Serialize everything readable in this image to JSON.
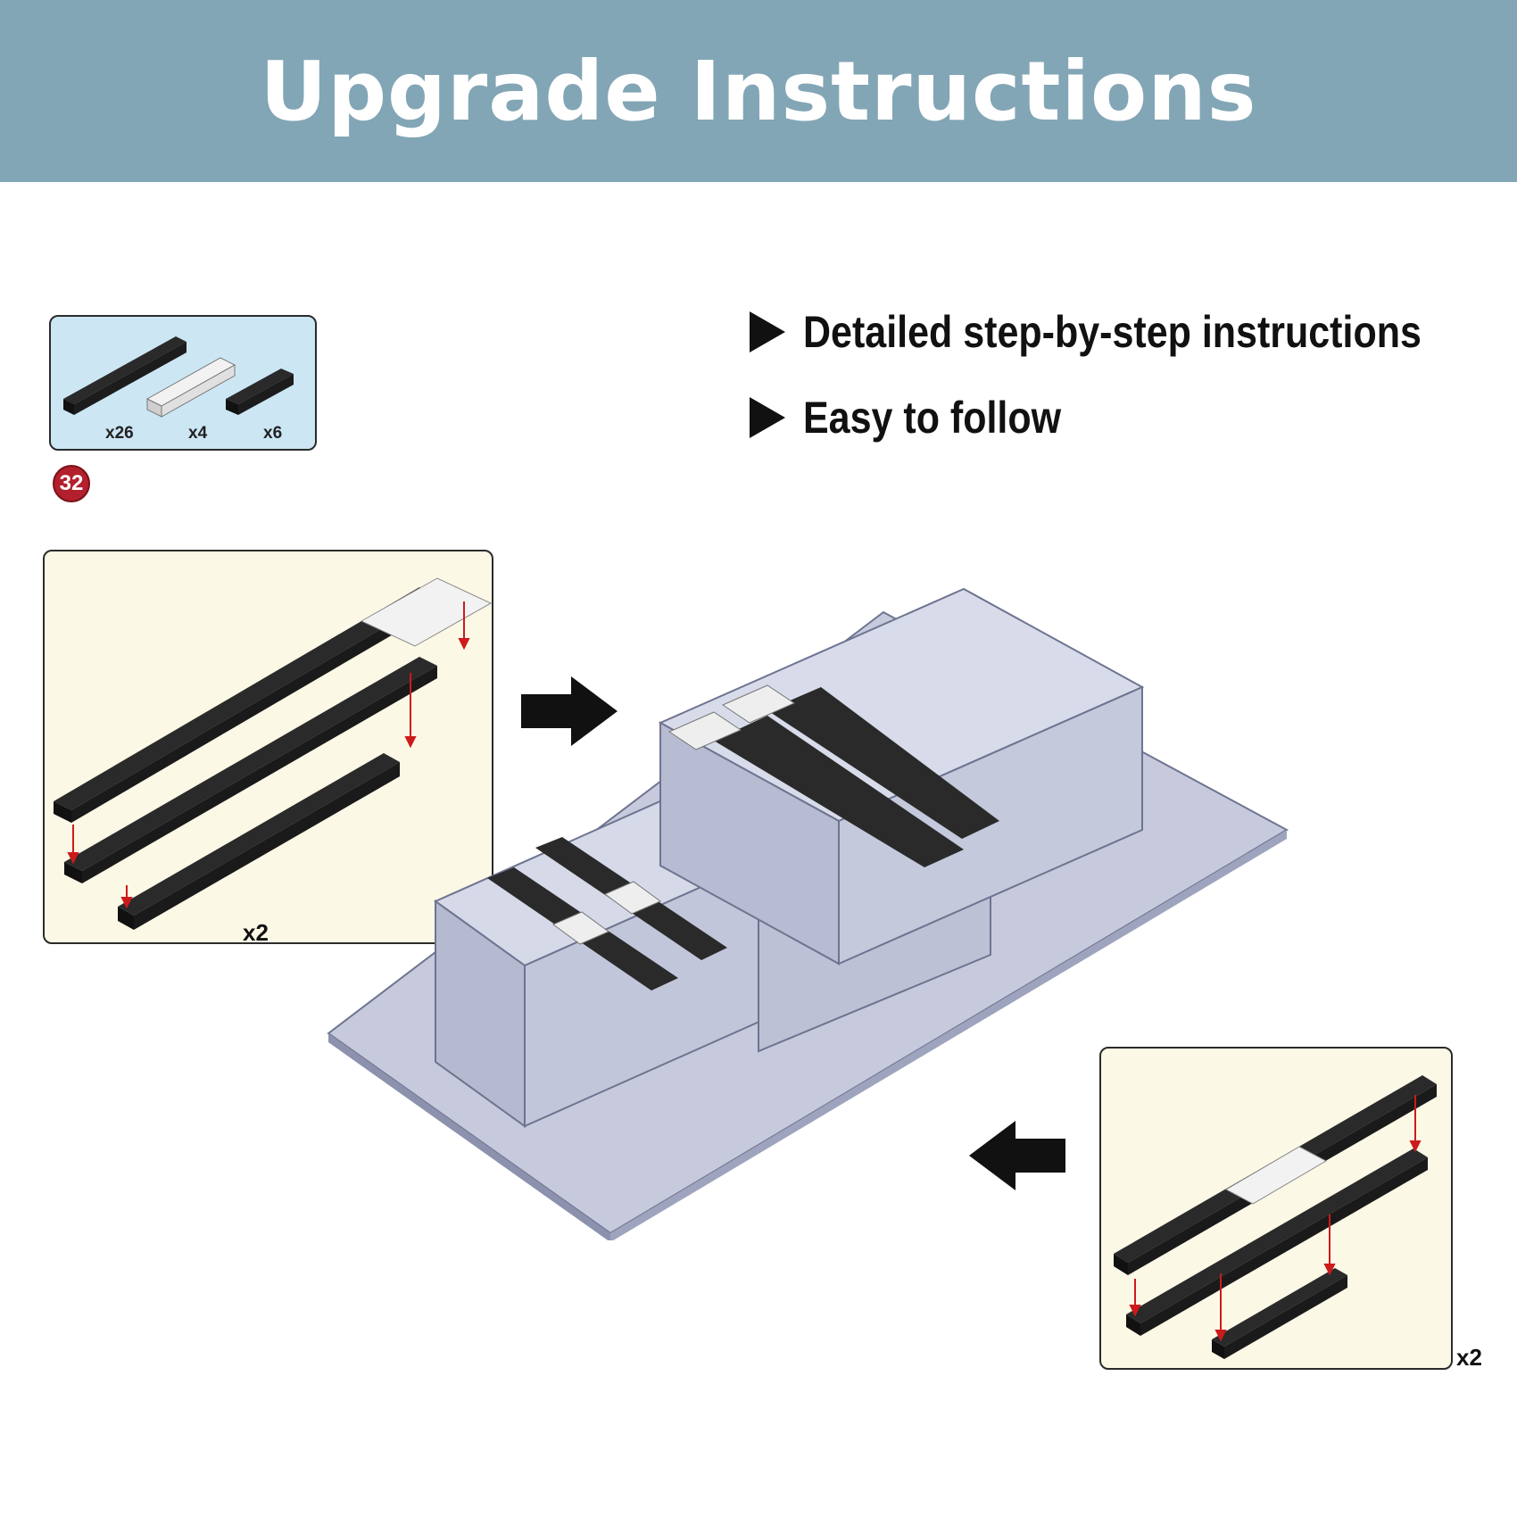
{
  "banner": {
    "title": "Upgrade Instructions"
  },
  "parts": {
    "quantities": [
      "x26",
      "x4",
      "x6"
    ],
    "step_number": "32"
  },
  "features": [
    {
      "text": "Detailed step-by-step instructions",
      "icon": "triangle-bullet-icon"
    },
    {
      "text": "Easy to follow",
      "icon": "triangle-bullet-icon"
    }
  ],
  "insets": {
    "left_multiplier": "x2",
    "right_multiplier": "x2"
  },
  "colors": {
    "banner": "#82a6b5",
    "parts_box": "#cce6f4",
    "inset_bg": "#fbf8e6",
    "badge": "#b3202d",
    "model": "#c3c8dc",
    "brick_dark": "#2a2a2a",
    "arrow_red": "#cc1b1b"
  }
}
